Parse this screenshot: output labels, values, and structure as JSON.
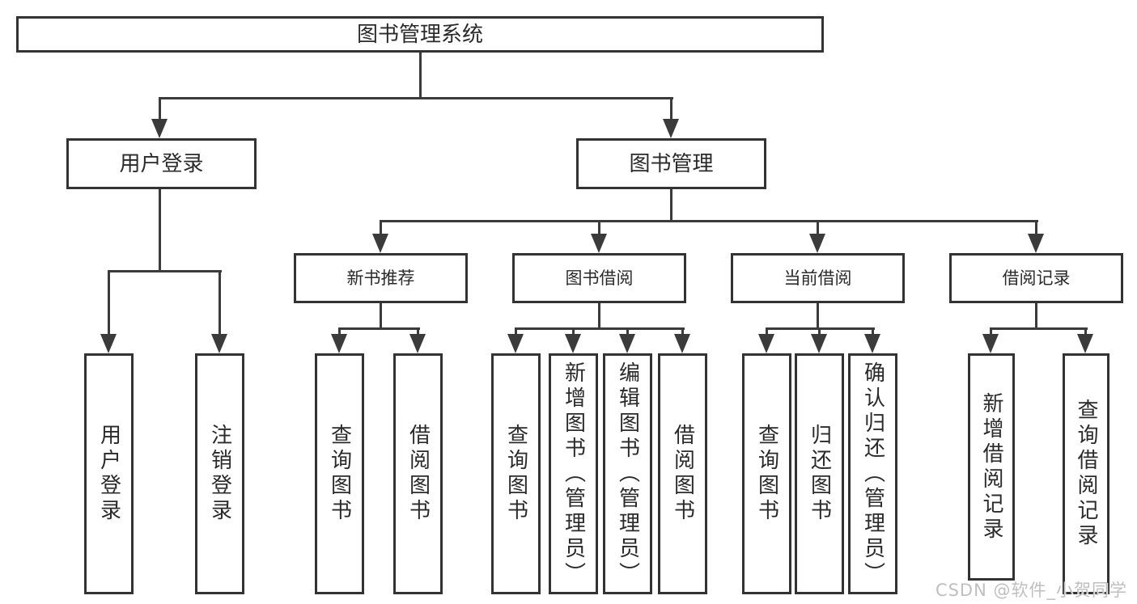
{
  "diagram": {
    "watermark": "CSDN @软件_小贺同学",
    "colors": {
      "background": "#ffffff",
      "border": "#333333",
      "line": "#3b3b3b",
      "text": "#2a2a2a",
      "watermark": "#bfbfbf"
    },
    "tree": {
      "label": "图书管理系统",
      "children": [
        {
          "label": "用户登录",
          "children": [
            {
              "label": "用户登录"
            },
            {
              "label": "注销登录"
            }
          ]
        },
        {
          "label": "图书管理",
          "children": [
            {
              "label": "新书推荐",
              "children": [
                {
                  "label": "查询图书"
                },
                {
                  "label": "借阅图书"
                }
              ]
            },
            {
              "label": "图书借阅",
              "children": [
                {
                  "label": "查询图书"
                },
                {
                  "label": "新增图书（管理员）"
                },
                {
                  "label": "编辑图书（管理员）"
                },
                {
                  "label": "借阅图书"
                }
              ]
            },
            {
              "label": "当前借阅",
              "children": [
                {
                  "label": "查询图书"
                },
                {
                  "label": "归还图书"
                },
                {
                  "label": "确认归还（管理员）"
                }
              ]
            },
            {
              "label": "借阅记录",
              "children": [
                {
                  "label": "新增借阅记录"
                },
                {
                  "label": "查询借阅记录"
                }
              ]
            }
          ]
        }
      ]
    }
  }
}
